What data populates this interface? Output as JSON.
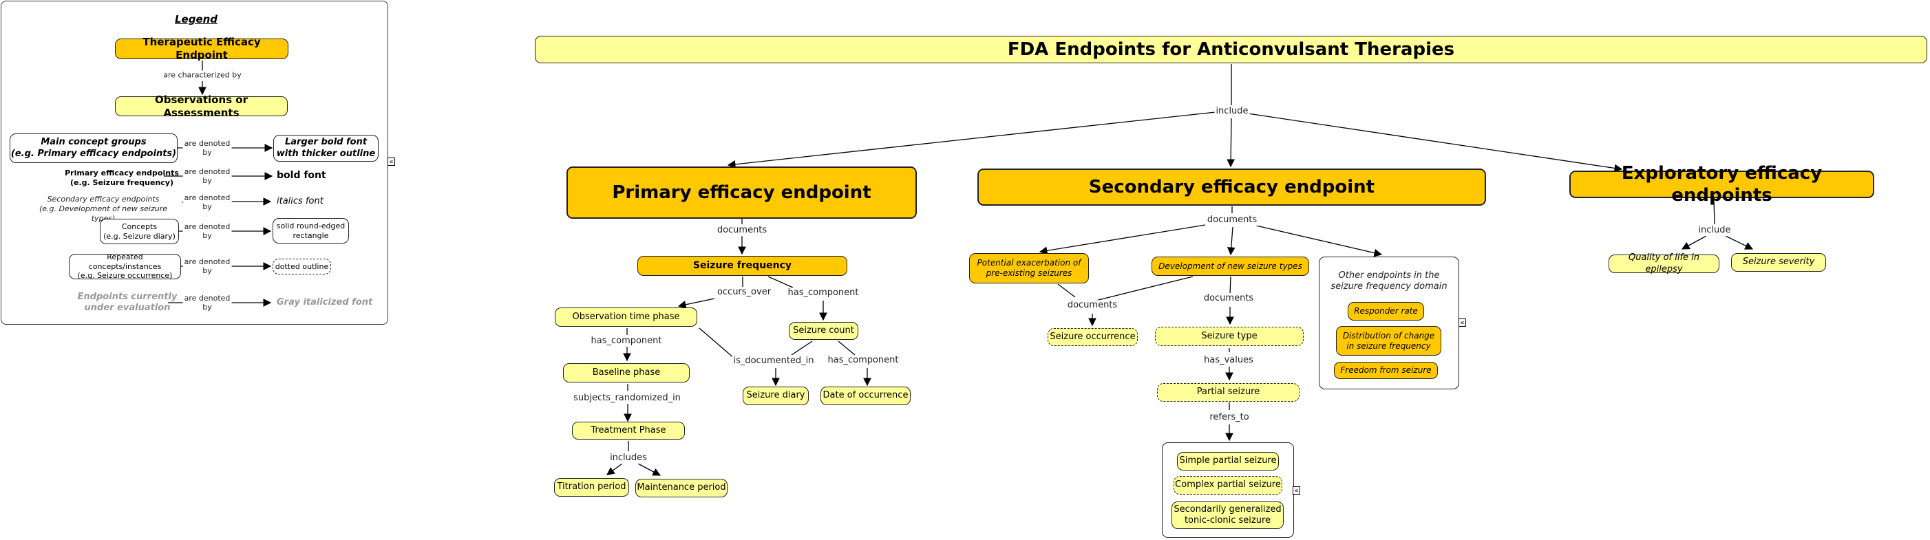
{
  "title": "FDA Endpoints for Anticonvulsant Therapies",
  "colors": {
    "endpoint_fill": "#ffc800",
    "concept_fill": "#ffff99",
    "outline": "#222222",
    "gray_text": "#999999"
  },
  "legend": {
    "heading": "Legend",
    "endpoint_node": "Therapeutic Efficacy Endpoint",
    "link_characterized": "are characterized by",
    "observation_node": "Observations or Assessments",
    "denoted_by": "are denoted\nby",
    "rows": [
      {
        "left": "Main concept groups\n(e.g. Primary efficacy endpoints)",
        "right": "Larger bold font\nwith thicker outline"
      },
      {
        "left": "Primary efficacy endpoints\n(e.g. Seizure frequency)",
        "right": "bold font"
      },
      {
        "left": "Secondary efficacy endpoints\n(e.g. Development of new seizure types)",
        "right": "italics font"
      },
      {
        "left": "Concepts\n(e.g. Seizure diary)",
        "right": "solid round-edged\nrectangle"
      },
      {
        "left": "Repeated concepts/instances\n(e.g. Seizure occurrence)",
        "right": "dotted outline"
      },
      {
        "left": "Endpoints currently\nunder evaluation",
        "right": "Gray italicized font"
      }
    ]
  },
  "links": {
    "include": "include",
    "documents": "documents",
    "occurs_over": "occurs_over",
    "has_component": "has_component",
    "is_documented_in": "is_documented_in",
    "subjects_randomized_in": "subjects_randomized_in",
    "includes": "includes",
    "has_values": "has_values",
    "refers_to": "refers_to"
  },
  "primary": {
    "label": "Primary efficacy endpoint",
    "seizure_frequency": "Seizure frequency",
    "observation_time_phase": "Observation time phase",
    "baseline_phase": "Baseline phase",
    "treatment_phase": "Treatment Phase",
    "titration_period": "Titration period",
    "maintenance_period": "Maintenance period",
    "seizure_count": "Seizure count",
    "seizure_diary": "Seizure diary",
    "date_of_occurrence": "Date of occurrence"
  },
  "secondary": {
    "label": "Secondary efficacy endpoint",
    "exacerbation": "Potential exacerbation of\npre-existing seizures",
    "new_types": "Development of new seizure types",
    "seizure_occurrence": "Seizure occurrence",
    "seizure_type": "Seizure type",
    "partial_seizure": "Partial seizure",
    "partial_types": [
      "Simple partial seizure",
      "Complex partial seizure",
      "Secondarily generalized\ntonic-clonic seizure"
    ],
    "other_group_title": "Other endpoints in the\nseizure frequency domain",
    "other_endpoints": [
      "Responder rate",
      "Distribution of change\nin seizure frequency",
      "Freedom from seizure"
    ]
  },
  "exploratory": {
    "label": "Exploratory efficacy endpoints",
    "items": [
      "Quality of life in epilepsy",
      "Seizure severity"
    ]
  },
  "collapse_icon_glyph": "«"
}
